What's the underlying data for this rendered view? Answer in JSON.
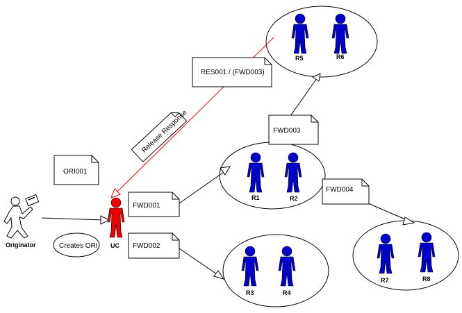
{
  "actors": {
    "originator": "Originator",
    "uc": "UC",
    "r1": "R1",
    "r2": "R2",
    "r3": "R3",
    "r4": "R4",
    "r5": "R5",
    "r6": "R6",
    "r7": "R7",
    "r8": "R8"
  },
  "notes": {
    "ori001": "ORI001",
    "fwd001": "FWD001",
    "fwd002": "FWD002",
    "fwd003": "FWD003",
    "fwd004": "FWD004",
    "res001": "RES001 / (FWD003)",
    "release_response": "Release Response"
  },
  "ellipse_labels": {
    "creates_ori": "Creates ORI"
  },
  "colors": {
    "recipient": "#0000cc",
    "uc": "#ee0000",
    "response_line": "#ee0000",
    "line": "#000000"
  },
  "icons": {
    "person": "person-figure-icon",
    "originator": "originator-with-envelope-icon"
  }
}
